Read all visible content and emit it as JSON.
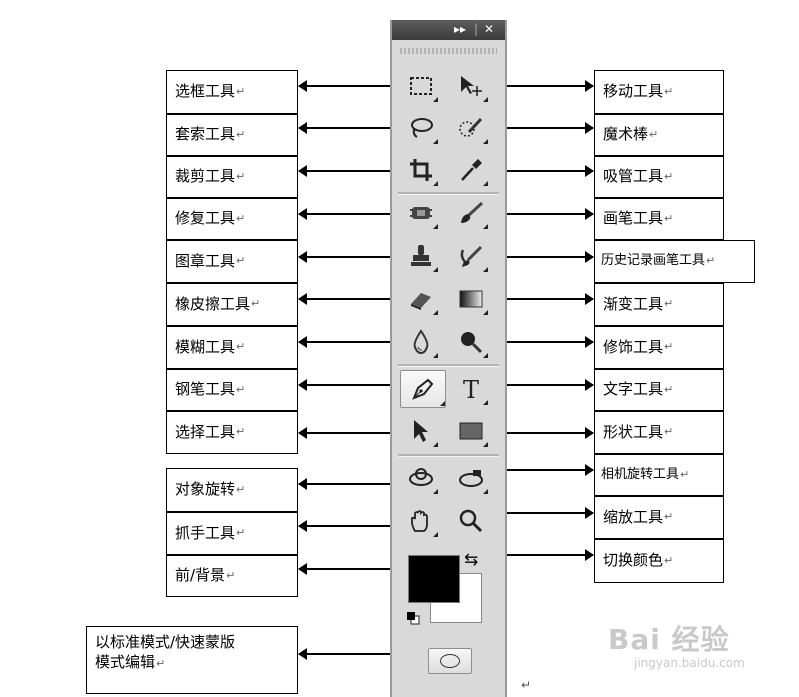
{
  "return_mark": "↵",
  "toolbar": {
    "collapse_label": "▸▸",
    "close_label": "✕",
    "rows": [
      {
        "left_icon": "rect-marquee-icon",
        "right_icon": "move-icon"
      },
      {
        "left_icon": "lasso-icon",
        "right_icon": "magic-wand-icon"
      },
      {
        "left_icon": "crop-icon",
        "right_icon": "eyedropper-icon"
      },
      {
        "left_icon": "healing-brush-icon",
        "right_icon": "brush-icon"
      },
      {
        "left_icon": "clone-stamp-icon",
        "right_icon": "history-brush-icon"
      },
      {
        "left_icon": "eraser-icon",
        "right_icon": "gradient-icon"
      },
      {
        "left_icon": "blur-icon",
        "right_icon": "dodge-icon"
      },
      {
        "left_icon": "pen-icon",
        "right_icon": "type-icon"
      },
      {
        "left_icon": "path-select-icon",
        "right_icon": "shape-icon"
      },
      {
        "left_icon": "3d-rotate-icon",
        "right_icon": "3d-camera-icon"
      },
      {
        "left_icon": "hand-icon",
        "right_icon": "zoom-icon"
      }
    ],
    "foreground_color": "#000000",
    "background_color": "#ffffff"
  },
  "labels_left": [
    {
      "text": "选框工具"
    },
    {
      "text": "套索工具"
    },
    {
      "text": "裁剪工具"
    },
    {
      "text": "修复工具"
    },
    {
      "text": "图章工具"
    },
    {
      "text": "橡皮擦工具"
    },
    {
      "text": "模糊工具"
    },
    {
      "text": "钢笔工具"
    },
    {
      "text": "选择工具"
    },
    {
      "text": "对象旋转"
    },
    {
      "text": "抓手工具"
    },
    {
      "text": "前/背景"
    },
    {
      "line1": "以标准模式/快速蒙版",
      "line2": "模式编辑"
    }
  ],
  "labels_right": [
    {
      "text": "移动工具"
    },
    {
      "text": "魔术棒"
    },
    {
      "text": "吸管工具"
    },
    {
      "text": "画笔工具"
    },
    {
      "text": "历史记录画笔工具"
    },
    {
      "text": "渐变工具"
    },
    {
      "text": "修饰工具"
    },
    {
      "text": "文字工具"
    },
    {
      "text": "形状工具"
    },
    {
      "text": "相机旋转工具"
    },
    {
      "text": "缩放工具"
    },
    {
      "text": "切换颜色"
    }
  ],
  "watermark": {
    "logo": "Bai 经验",
    "url": "jingyan.baidu.com"
  }
}
